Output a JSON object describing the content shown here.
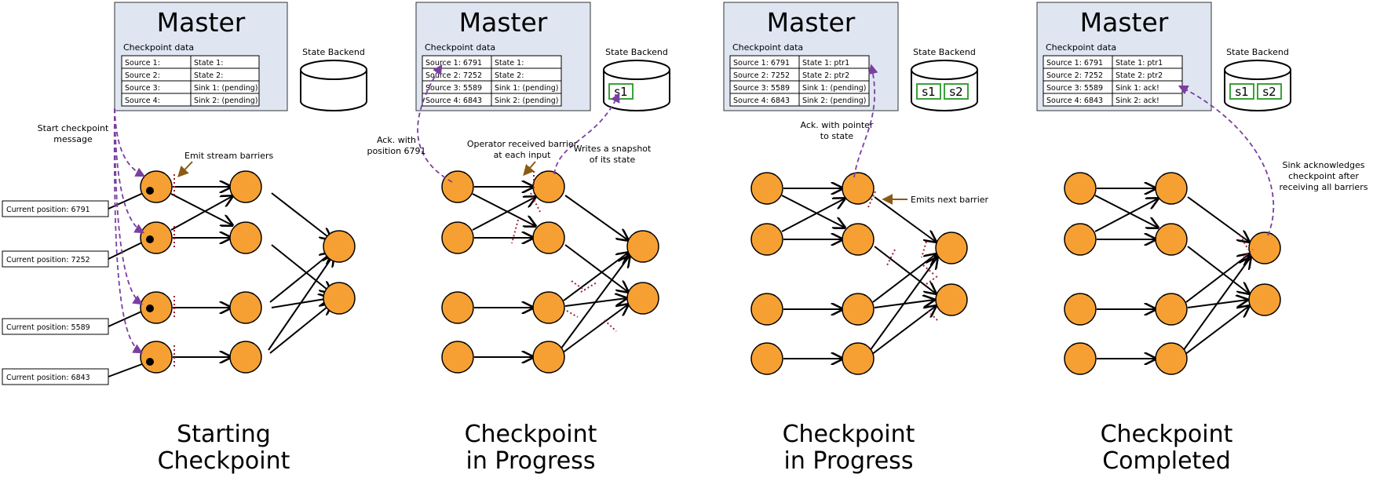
{
  "panels": [
    {
      "master_title": "Master",
      "checkpoint_label": "Checkpoint data",
      "rows": [
        [
          "Source 1:",
          "State 1:"
        ],
        [
          "Source 2:",
          "State 2:"
        ],
        [
          "Source 3:",
          "Sink 1: (pending)"
        ],
        [
          "Source 4:",
          "Sink 2: (pending)"
        ]
      ],
      "backend_label": "State Backend",
      "backend_items": [],
      "caption": [
        "Starting",
        "Checkpoint"
      ],
      "annotations": [
        "Start checkpoint",
        "message",
        "Emit stream barriers"
      ],
      "positions": [
        "Current position: 6791",
        "Current position: 7252",
        "Current position: 5589",
        "Current position: 6843"
      ]
    },
    {
      "master_title": "Master",
      "checkpoint_label": "Checkpoint data",
      "rows": [
        [
          "Source 1: 6791",
          "State 1:"
        ],
        [
          "Source 2: 7252",
          "State 2:"
        ],
        [
          "Source 3: 5589",
          "Sink 1: (pending)"
        ],
        [
          "Source 4: 6843",
          "Sink 2: (pending)"
        ]
      ],
      "backend_label": "State Backend",
      "backend_items": [
        "s1"
      ],
      "caption": [
        "Checkpoint",
        "in Progress"
      ],
      "annotations": [
        "Ack. with",
        "position 6791",
        "Operator received barrier",
        "at each input",
        "Writes a snapshot",
        "of its state"
      ]
    },
    {
      "master_title": "Master",
      "checkpoint_label": "Checkpoint data",
      "rows": [
        [
          "Source 1: 6791",
          "State 1: ptr1"
        ],
        [
          "Source 2: 7252",
          "State 2: ptr2"
        ],
        [
          "Source 3: 5589",
          "Sink 1: (pending)"
        ],
        [
          "Source 4: 6843",
          "Sink 2: (pending)"
        ]
      ],
      "backend_label": "State Backend",
      "backend_items": [
        "s1",
        "s2"
      ],
      "caption": [
        "Checkpoint",
        "in Progress"
      ],
      "annotations": [
        "Ack. with pointer",
        "to state",
        "Emits next barrier"
      ]
    },
    {
      "master_title": "Master",
      "checkpoint_label": "Checkpoint data",
      "rows": [
        [
          "Source 1: 6791",
          "State 1: ptr1"
        ],
        [
          "Source 2: 7252",
          "State 2: ptr2"
        ],
        [
          "Source 3: 5589",
          "Sink 1: ack!"
        ],
        [
          "Source 4: 6843",
          "Sink 2: ack!"
        ]
      ],
      "backend_label": "State Backend",
      "backend_items": [
        "s1",
        "s2"
      ],
      "caption": [
        "Checkpoint",
        "Completed"
      ],
      "annotations": [
        "Sink acknowledges",
        "checkpoint after",
        "receiving all barriers"
      ]
    }
  ],
  "colors": {
    "master_fill": "#dfe6f2",
    "node_fill": "#f6a033",
    "dashed": "#7b3fa0",
    "barrier": "#9b2335",
    "pointer": "#8b5a14",
    "backend_item": "#3aa13a"
  }
}
